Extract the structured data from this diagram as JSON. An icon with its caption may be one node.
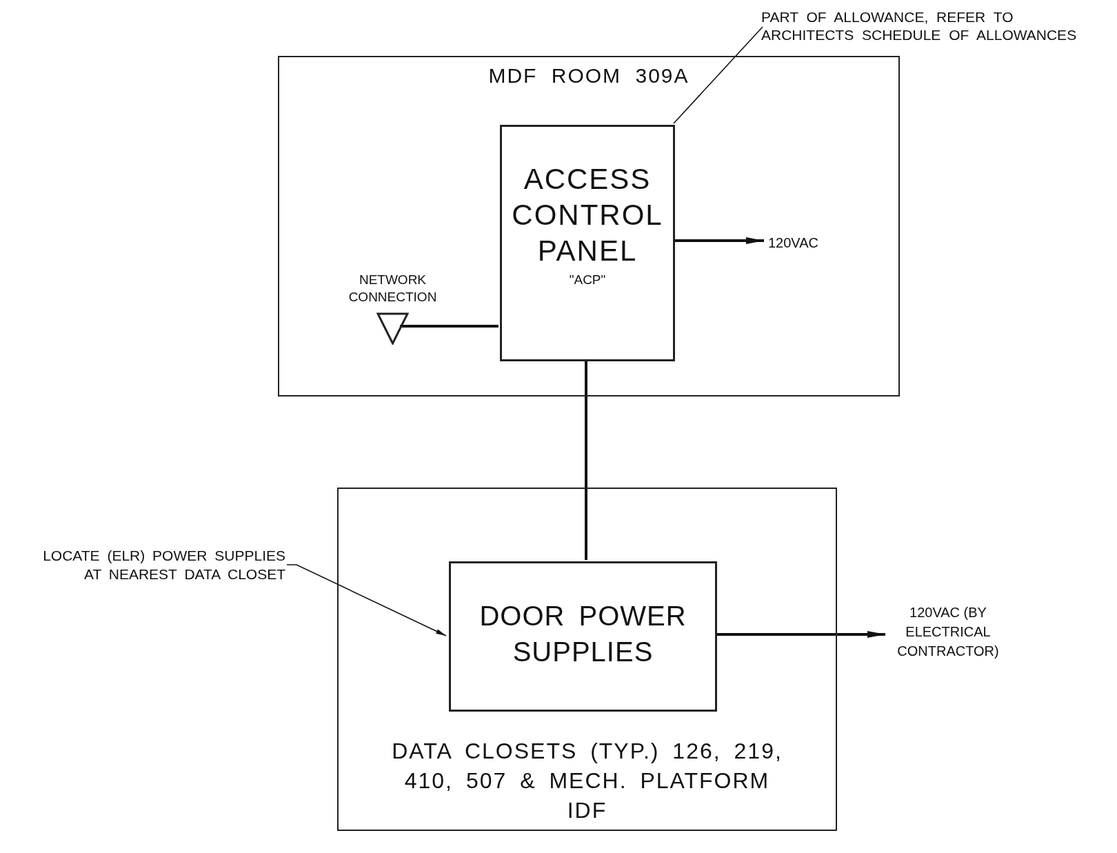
{
  "diagram": {
    "nodes": [
      {
        "text": [
          "MDF ROOM 309A"
        ]
      },
      {
        "text": [
          "ACCESS CONTROL PANEL",
          "\"ACP\""
        ],
        "in": 0
      },
      {
        "text": [],
        "shape": "triangle",
        "beside": [
          "NETWORK CONNECTION"
        ],
        "in": 0
      },
      {
        "text": [
          "120VAC"
        ],
        "in": 0
      },
      {
        "text": [
          "DATA CLOSETS (TYP.) 126, 219, 410, 507 & MECH. PLATFORM IDF"
        ]
      },
      {
        "text": [
          "DOOR POWER SUPPLIES"
        ],
        "in": 4
      },
      {
        "text": [
          "120VAC (BY ELECTRICAL CONTRACTOR)"
        ]
      },
      {
        "text": [
          "PART OF ALLOWANCE, REFER TO ARCHITECTS SCHEDULE OF ALLOWANCES"
        ]
      },
      {
        "text": [
          "LOCATE (ELR) POWER SUPPLIES AT NEAREST DATA CLOSET"
        ]
      }
    ],
    "edges": [
      {
        "from": 1,
        "to": 3,
        "arrow": "to"
      },
      {
        "from": 1,
        "to": 2,
        "arrow": "none"
      },
      {
        "from": 1,
        "to": 5,
        "arrow": "none"
      },
      {
        "from": 5,
        "to": 6,
        "arrow": "to"
      },
      {
        "from": 7,
        "to": 1,
        "arrow": "none"
      },
      {
        "from": 8,
        "to": 5,
        "arrow": "to"
      }
    ]
  }
}
